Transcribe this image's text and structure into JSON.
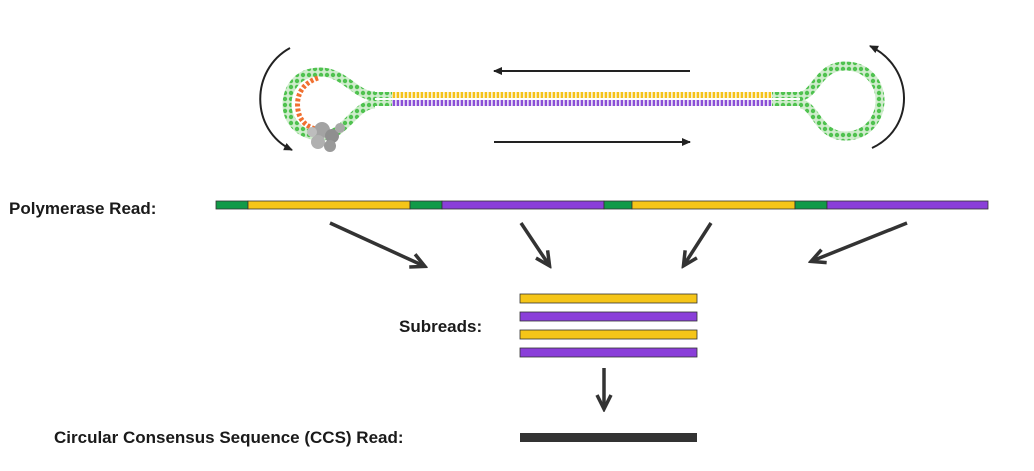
{
  "labels": {
    "polymerase_read": "Polymerase  Read:",
    "subreads": "Subreads:",
    "ccs_read": "Circular  Consensus  Sequence  (CCS)  Read:"
  },
  "colors": {
    "adapter_green": "#119a48",
    "forward_yellow": "#f5c518",
    "reverse_purple": "#8a3fd9",
    "ccs_dark": "#333333",
    "primer_orange": "#f07030",
    "arrow": "#333333",
    "polymerase_gray": "#9a9a9a"
  },
  "polymerase_read_segments": [
    "adapter",
    "forward",
    "adapter",
    "reverse",
    "adapter",
    "forward",
    "adapter",
    "reverse"
  ],
  "subreads": [
    "forward",
    "reverse",
    "forward",
    "reverse"
  ]
}
